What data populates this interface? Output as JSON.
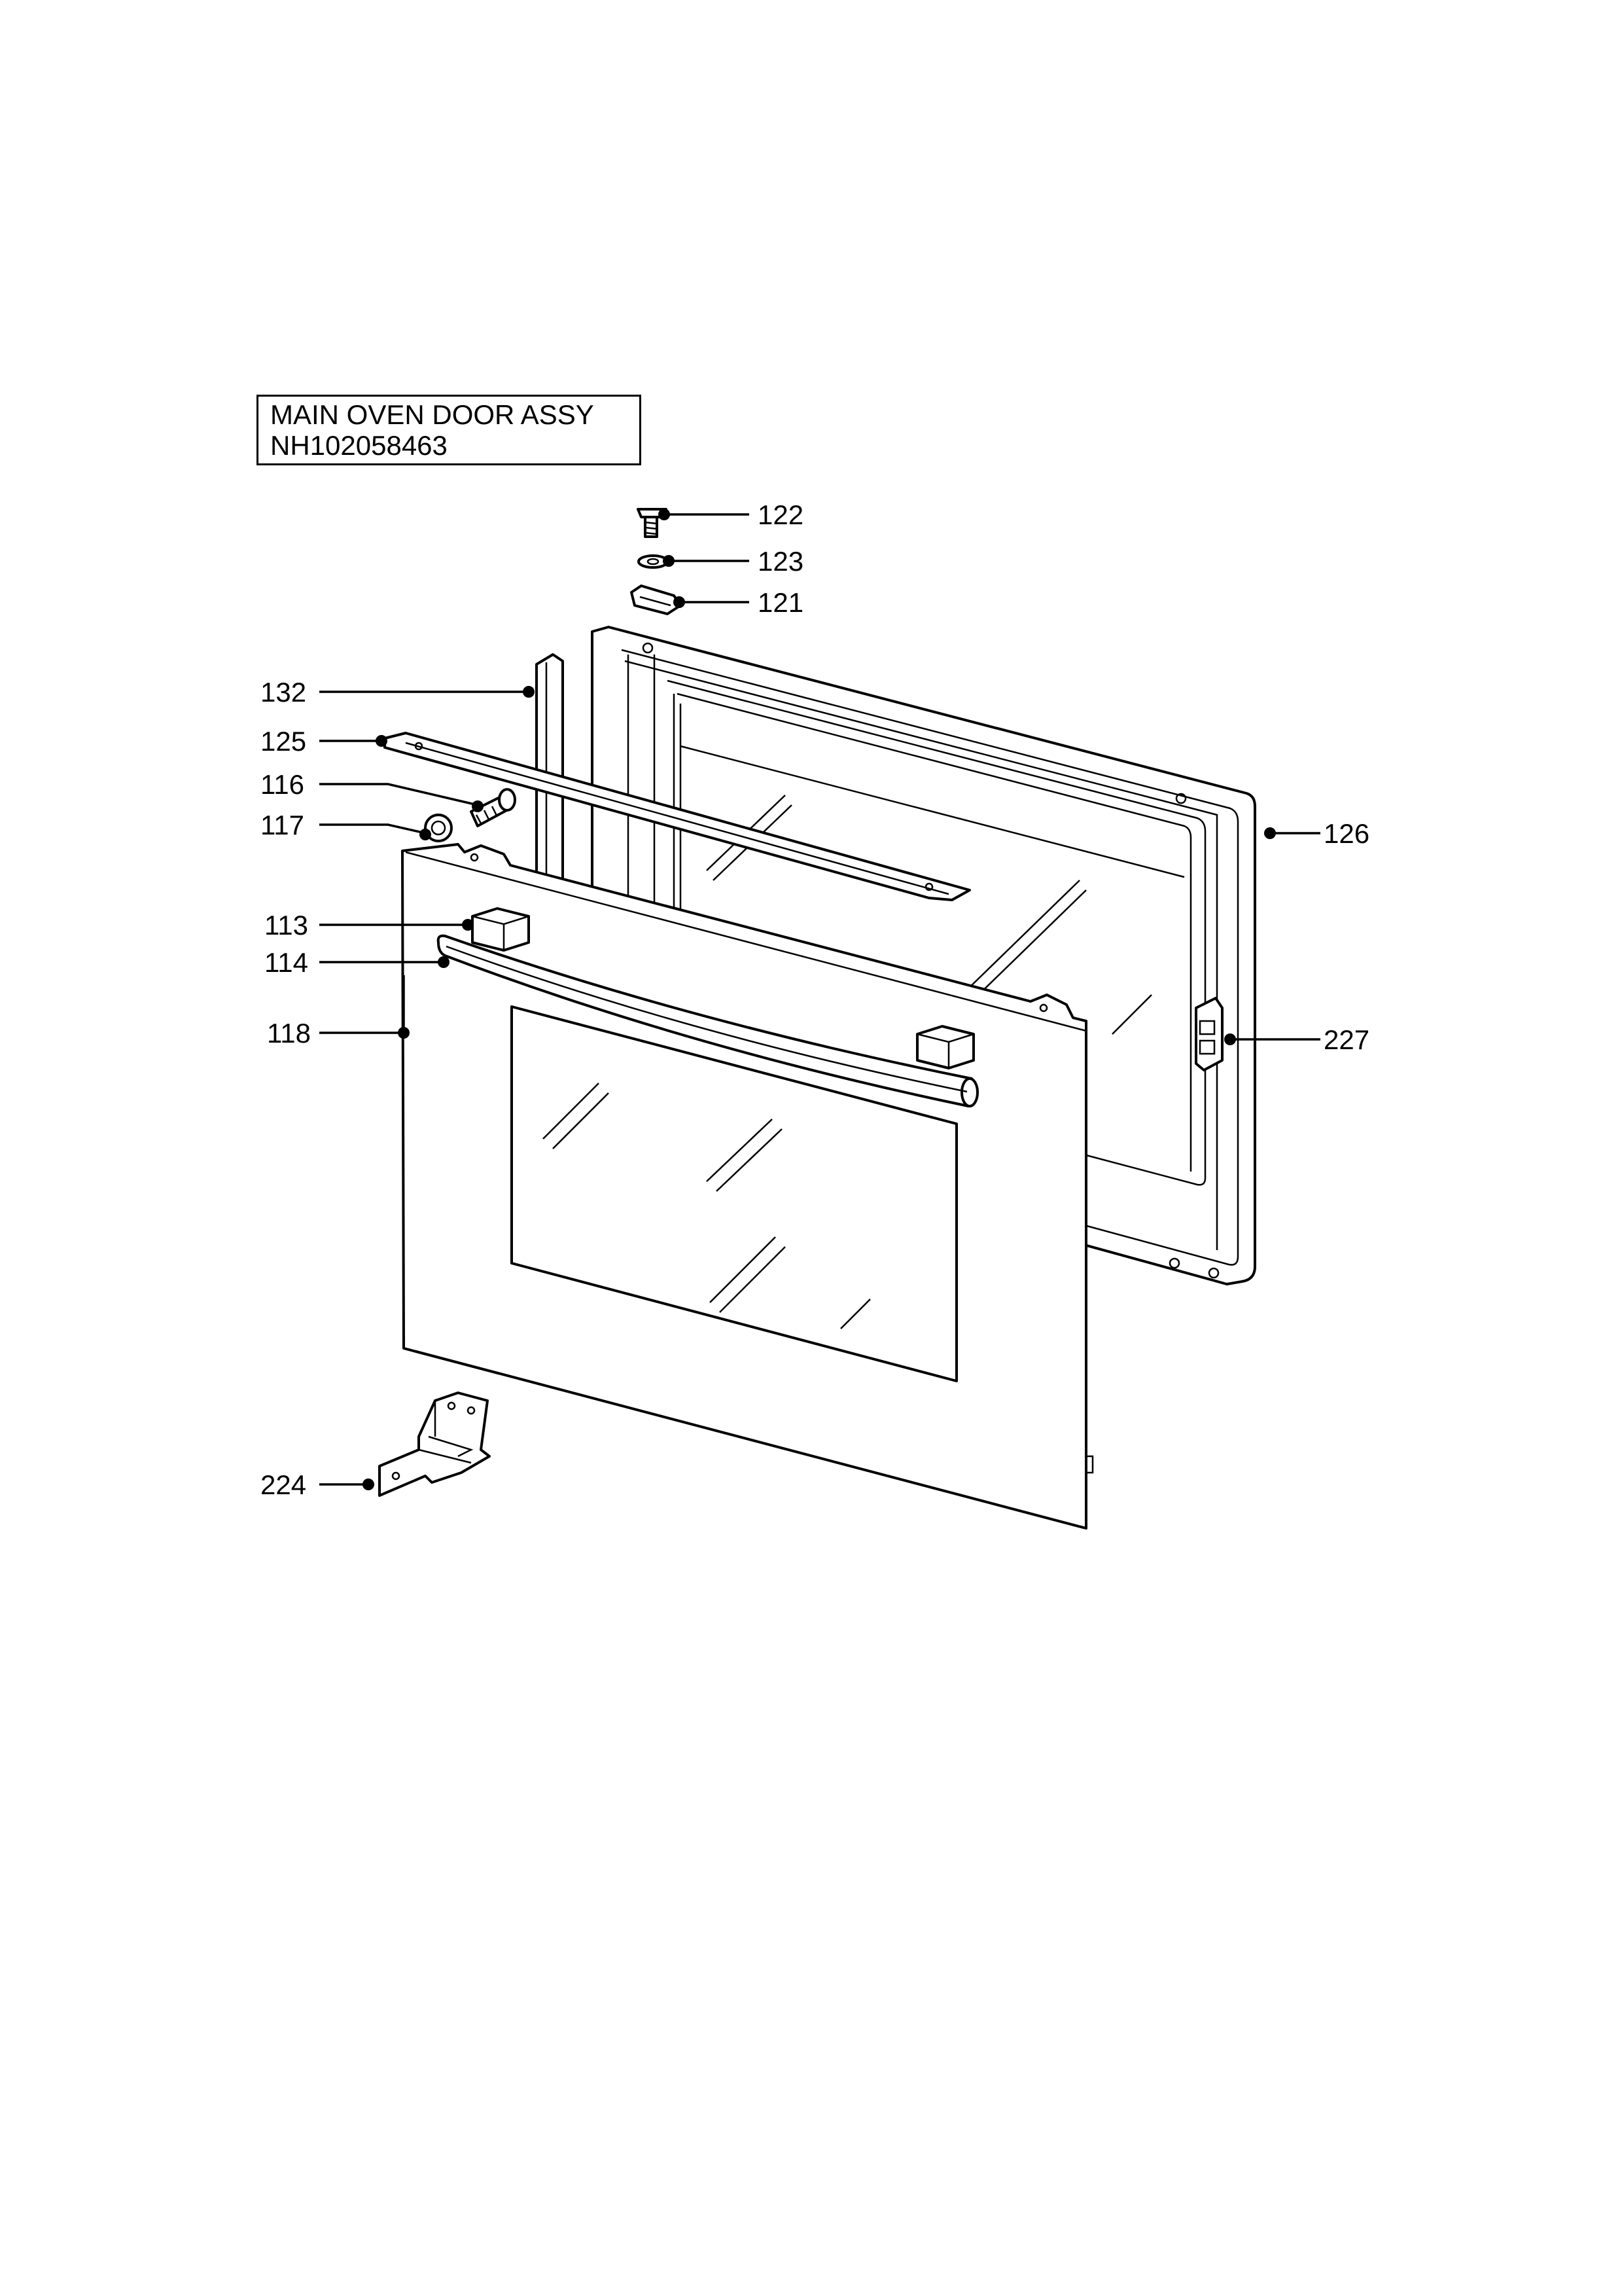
{
  "title": {
    "line1": "MAIN OVEN DOOR ASSY",
    "line2": "NH102058463"
  },
  "callouts": {
    "c122": "122",
    "c123": "123",
    "c121": "121",
    "c132": "132",
    "c125": "125",
    "c116": "116",
    "c117": "117",
    "c126": "126",
    "c113": "113",
    "c114": "114",
    "c118": "118",
    "c227": "227",
    "c224": "224"
  }
}
